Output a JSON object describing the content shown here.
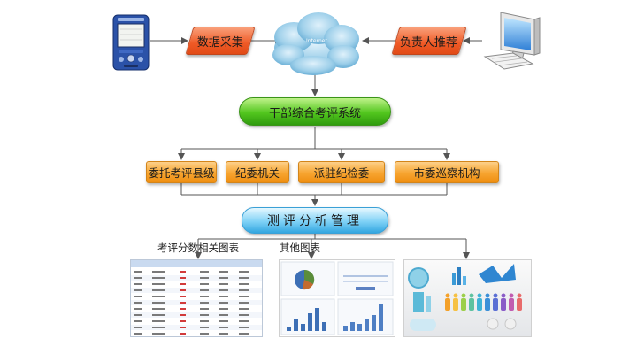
{
  "nodes": {
    "data_collection": "数据采集",
    "responsible_recommend": "负责人推荐",
    "system": "干部综合考评系统",
    "county_level": "委托考评县级",
    "discipline_org": "纪委机关",
    "dispatched": "派驻纪检委",
    "inspection": "市委巡察机构",
    "analysis": "测评分析管理"
  },
  "cloud_label": "Internet",
  "labels": {
    "related_charts": "考评分数相关图表",
    "other_charts": "其他图表"
  },
  "colors": {
    "arrow": "#555555",
    "orange": "#f7a531",
    "green": "#52c61e",
    "blue": "#33a6e0",
    "para": "#ef5a26"
  },
  "icons": {
    "pda": "pda-device-icon",
    "computer": "desktop-computer-icon",
    "cloud": "internet-cloud-icon"
  }
}
